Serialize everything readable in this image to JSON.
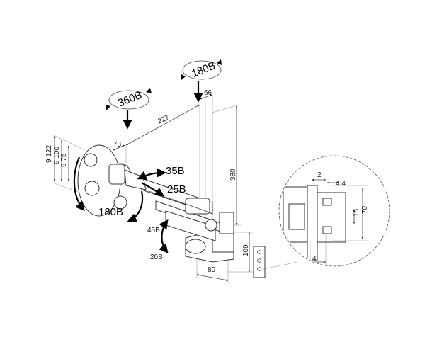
{
  "rotations": {
    "rot_360": "360B",
    "rot_180_top": "180B",
    "rot_180_plate": "180B",
    "tilt_35": "35B",
    "tilt_25": "25B",
    "tilt_45": "45B",
    "tilt_20": "20B"
  },
  "dimensions": {
    "d_66": "66",
    "d_227": "227",
    "d_73": "73",
    "d_380": "380",
    "d_109": "109",
    "d_80": "80",
    "vesa_122": "9 122",
    "vesa_100": "9 100",
    "vesa_75": "9 75"
  },
  "detail": {
    "d_2": "2",
    "d_4_4": "4.4",
    "d_18": "18",
    "d_70": "70",
    "d_4": "4"
  }
}
